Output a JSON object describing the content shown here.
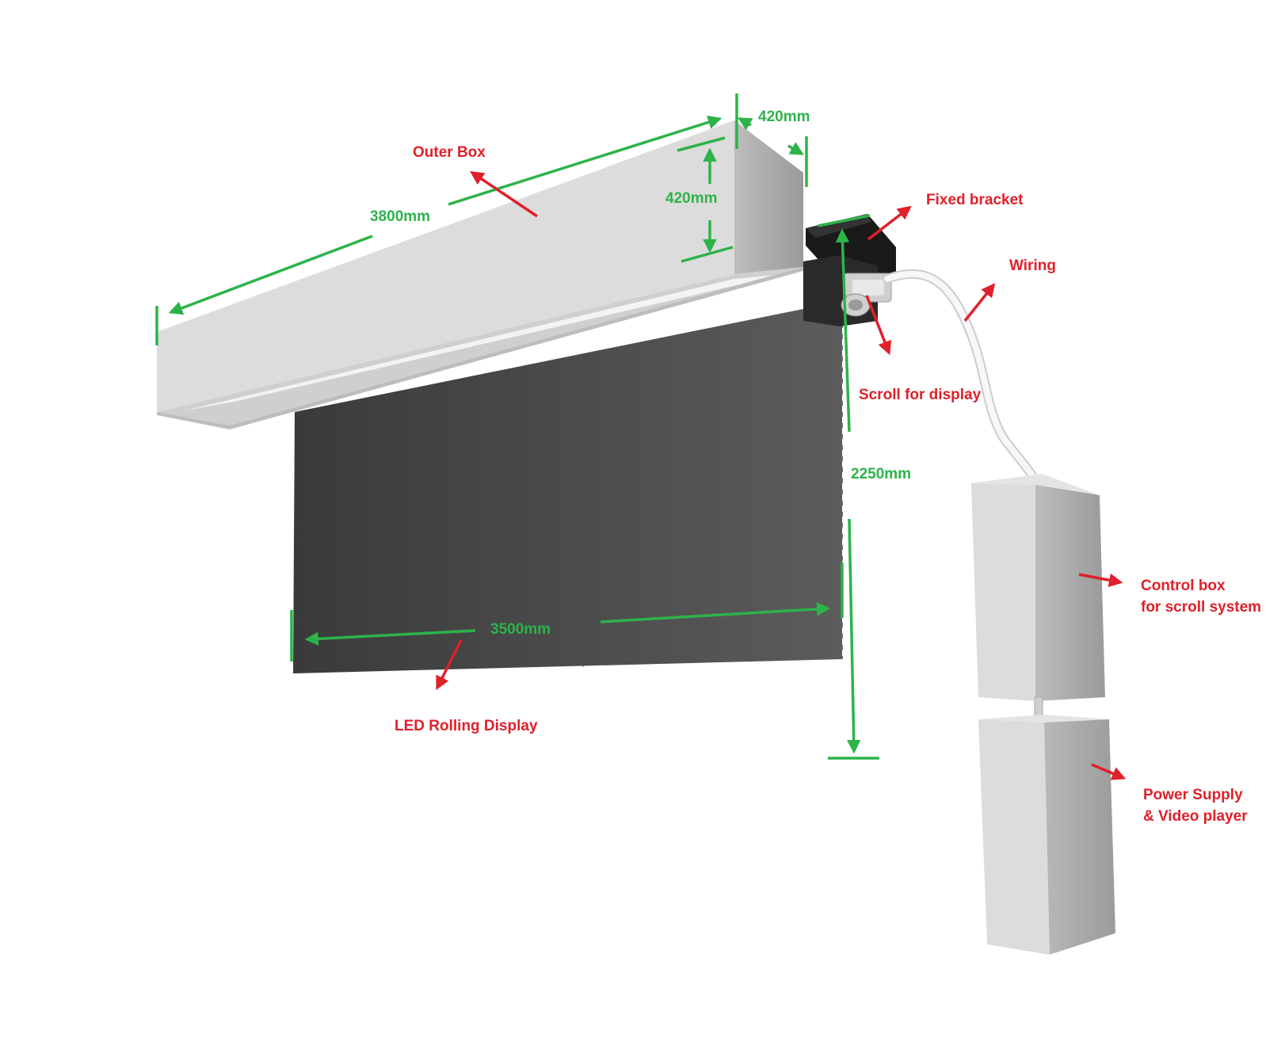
{
  "colors": {
    "dimension": "#2db34a",
    "label": "#e0202a",
    "box_front": "#dcdcdc",
    "box_side": "#a9a9a9",
    "screen_dark": "#3c3c3c",
    "screen_light": "#5a5a5a",
    "bracket": "#1a1a1a",
    "cable": "#f2f2f2"
  },
  "dimensions": {
    "outer_box_length": "3800mm",
    "outer_box_depth": "420mm",
    "outer_box_height": "420mm",
    "display_height": "2250mm",
    "display_width": "3500mm"
  },
  "labels": {
    "outer_box": "Outer Box",
    "fixed_bracket": "Fixed bracket",
    "wiring": "Wiring",
    "scroll_for_display": "Scroll for display",
    "led_rolling_display": "LED Rolling Display",
    "control_box_line1": "Control box",
    "control_box_line2": "for scroll system",
    "power_supply_line1": "Power Supply",
    "power_supply_line2": "& Video player"
  }
}
